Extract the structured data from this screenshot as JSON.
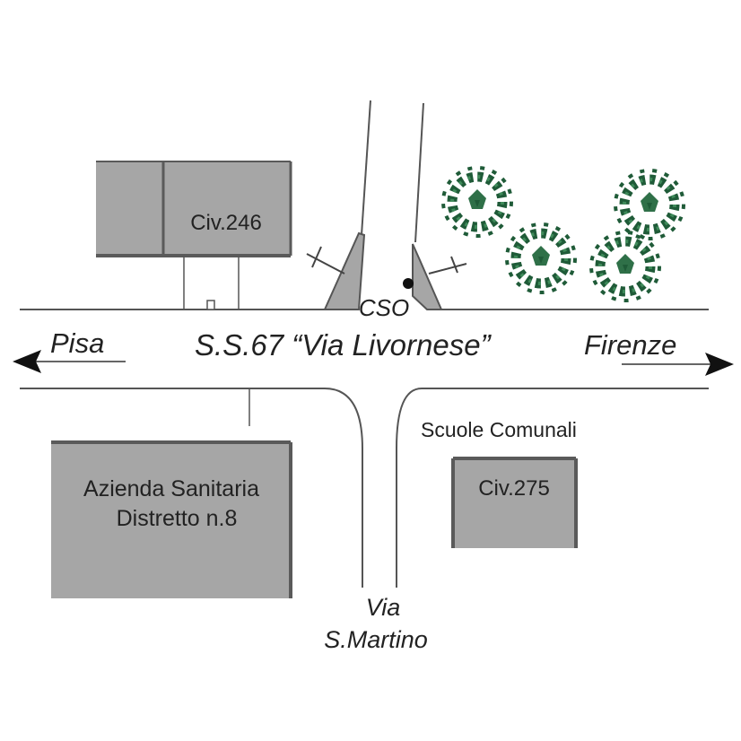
{
  "map": {
    "main_road": "S.S.67 “Via Livornese”",
    "direction_left": "Pisa",
    "direction_right": "Firenze",
    "side_road_line1": "Via",
    "side_road_line2": "S.Martino",
    "marker_label": "CSO",
    "building_top": "Civ.246",
    "building_hospital_line1": "Azienda Sanitaria",
    "building_hospital_line2": "Distretto n.8",
    "school_label": "Scuole Comunali",
    "building_school": "Civ.275"
  },
  "colors": {
    "building_fill": "#a6a6a6",
    "building_edge": "#5a5a5a",
    "road_line": "#555555",
    "tree_dark": "#1f5b38",
    "tree_light": "#3f8a5a",
    "text": "#222222"
  }
}
